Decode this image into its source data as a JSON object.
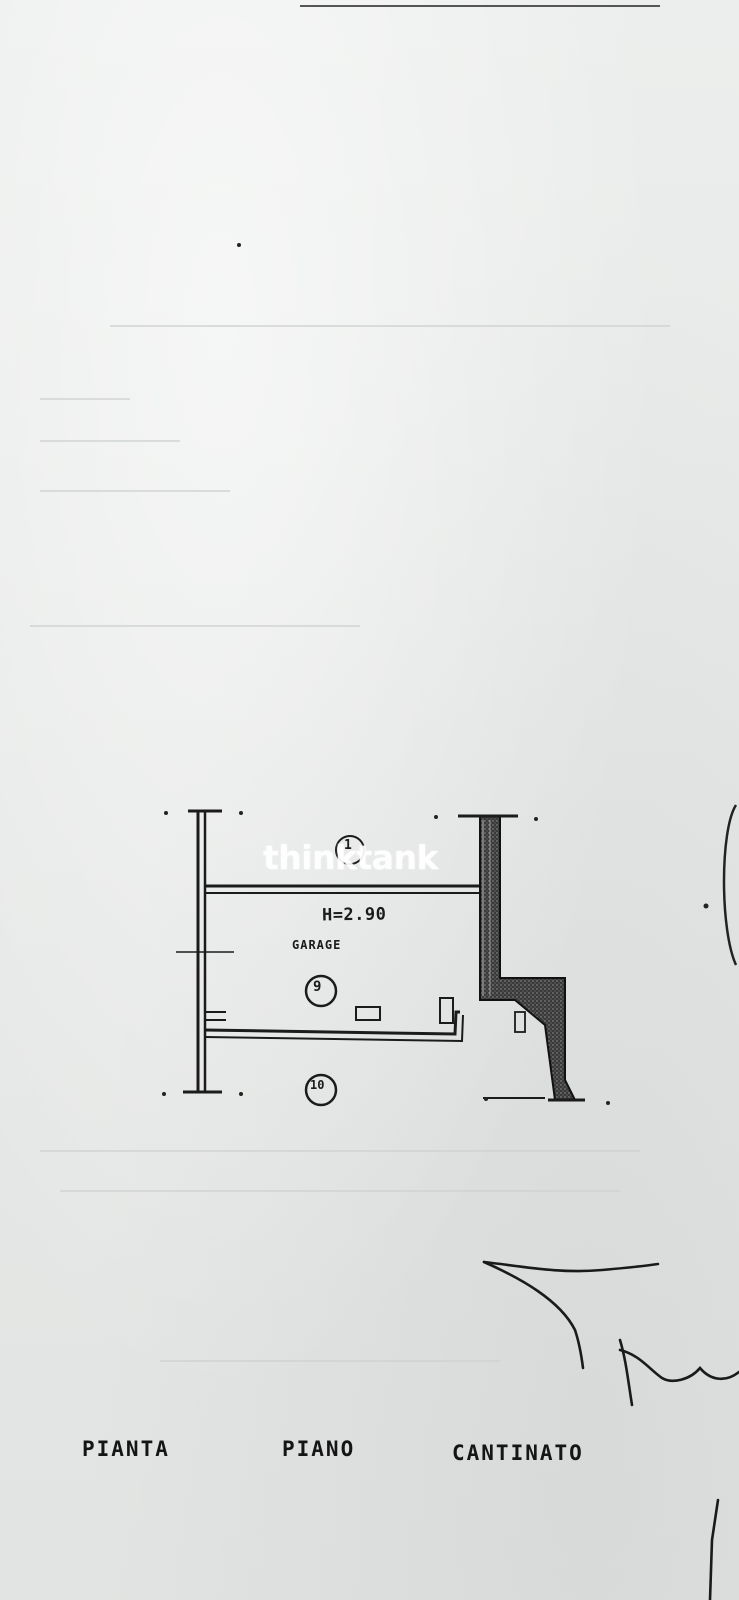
{
  "plan": {
    "height_label": "H=2.90",
    "room_name": "GARAGE",
    "room_number": "9",
    "adjacent_number_bottom": "10",
    "adjacent_number_top": "1"
  },
  "watermark": "thinktank",
  "caption": {
    "word1": "PIANTA",
    "word2": "PIANO",
    "word3": "CANTINATO"
  }
}
